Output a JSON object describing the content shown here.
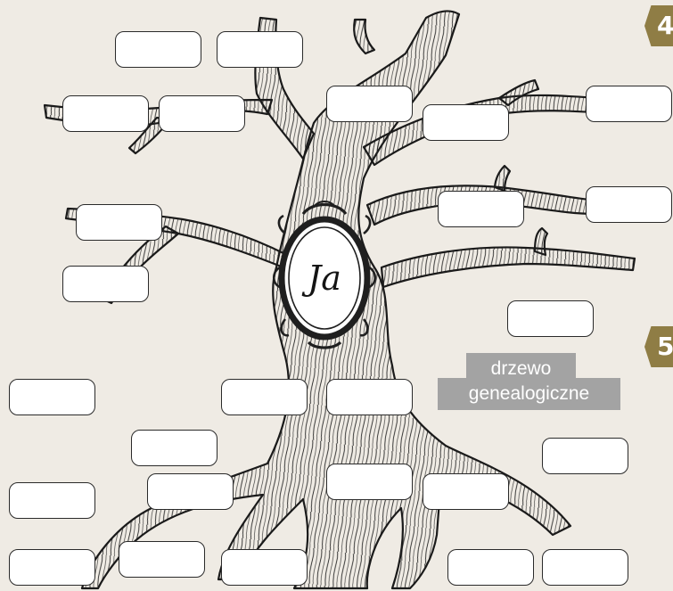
{
  "center": {
    "label": "Ja"
  },
  "badges": [
    {
      "number": "4"
    },
    {
      "number": "5"
    }
  ],
  "title_chip": {
    "line1": "drzewo",
    "line2": "genealogiczne"
  },
  "name_boxes": [
    "",
    "",
    "",
    "",
    "",
    "",
    "",
    "",
    "",
    "",
    "",
    "",
    "",
    "",
    "",
    "",
    "",
    "",
    "",
    "",
    "",
    "",
    "",
    ""
  ],
  "colors": {
    "background": "#efebe4",
    "badge": "#8f7d45",
    "chip": "#a3a3a3",
    "box_border": "#2a2a2a",
    "ink": "#1a1a1a"
  }
}
